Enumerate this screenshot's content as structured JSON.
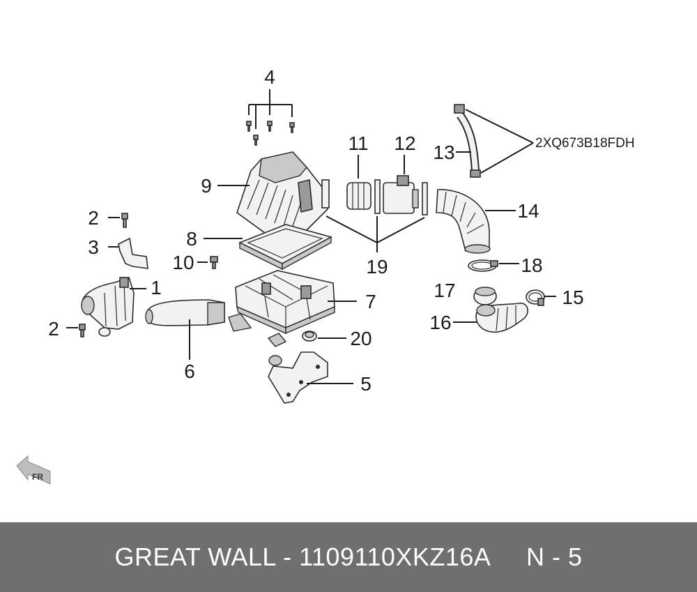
{
  "callouts": [
    {
      "id": "1",
      "label": "1"
    },
    {
      "id": "2a",
      "label": "2"
    },
    {
      "id": "2b",
      "label": "2"
    },
    {
      "id": "3",
      "label": "3"
    },
    {
      "id": "4",
      "label": "4"
    },
    {
      "id": "5",
      "label": "5"
    },
    {
      "id": "6",
      "label": "6"
    },
    {
      "id": "7",
      "label": "7"
    },
    {
      "id": "8",
      "label": "8"
    },
    {
      "id": "9",
      "label": "9"
    },
    {
      "id": "10",
      "label": "10"
    },
    {
      "id": "11",
      "label": "11"
    },
    {
      "id": "12",
      "label": "12"
    },
    {
      "id": "13",
      "label": "13"
    },
    {
      "id": "14",
      "label": "14"
    },
    {
      "id": "15",
      "label": "15"
    },
    {
      "id": "16",
      "label": "16"
    },
    {
      "id": "17",
      "label": "17"
    },
    {
      "id": "18",
      "label": "18"
    },
    {
      "id": "19",
      "label": "19"
    },
    {
      "id": "20",
      "label": "20"
    }
  ],
  "part_code": "2XQ673B18FDH",
  "direction_marker": "FR",
  "footer": {
    "brand": "GREAT WALL",
    "separator": " - ",
    "part_number": "1109110XKZ16A",
    "page": "N - 5"
  }
}
